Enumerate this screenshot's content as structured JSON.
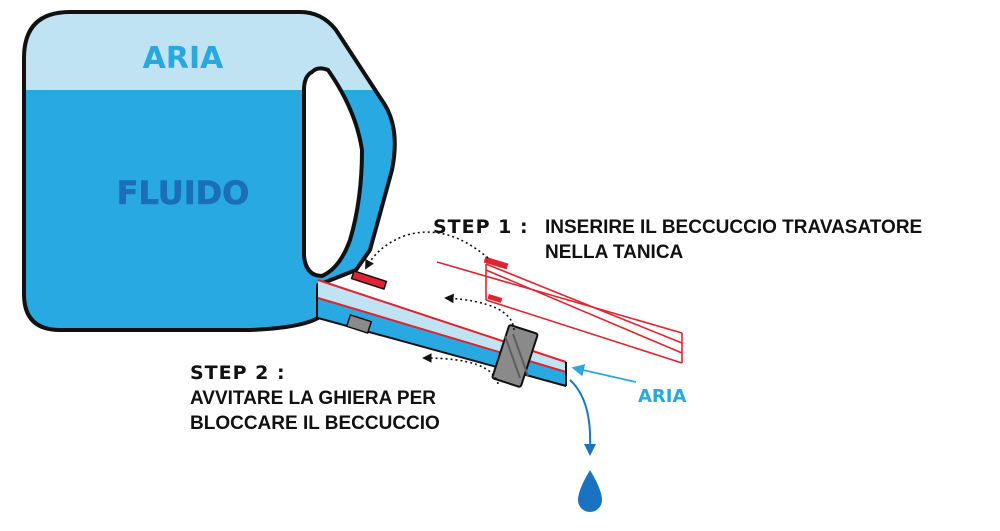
{
  "tank": {
    "air_label": "ARIA",
    "fluid_label": "FLUIDO"
  },
  "step1": {
    "title": "STEP 1 :",
    "line1": "INSERIRE IL BECCUCCIO TRAVASATORE",
    "line2": "NELLA TANICA"
  },
  "step2": {
    "title": "STEP 2 :",
    "line1": "AVVITARE LA GHIERA PER",
    "line2": "BLOCCARE IL BECCUCCIO"
  },
  "air_inlet": {
    "label": "ARIA"
  },
  "colors": {
    "air": "#bfe3f3",
    "fluid": "#28a9e1",
    "fluid_text": "#1a6fb8",
    "air_text": "#29a8e0",
    "outline": "#111111",
    "spout_red": "#e0242f",
    "ring": "#8a8a8a",
    "drop": "#1a73c0",
    "text": "#111111"
  }
}
